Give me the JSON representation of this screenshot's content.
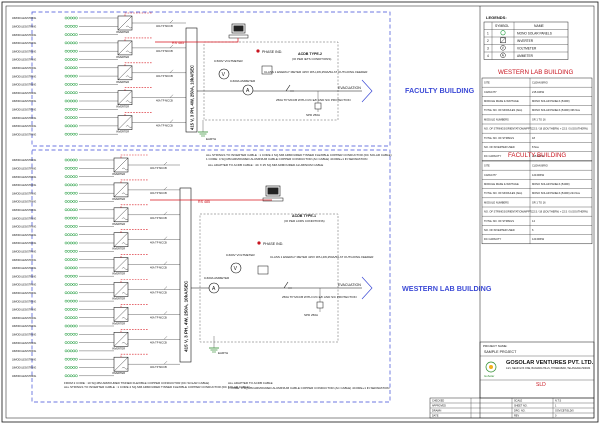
{
  "legend": {
    "title": "LEGENDS:",
    "headers": {
      "symbol": "SYMBOL",
      "name": "NAME"
    },
    "rows": [
      {
        "no": "1",
        "name": "MONO SOLAR PANELS"
      },
      {
        "no": "2",
        "name": "INVERTER"
      },
      {
        "no": "3",
        "name": "VOLTMETER"
      },
      {
        "no": "4",
        "name": "AMMETER"
      }
    ]
  },
  "west": {
    "title": "WESTERN LAB BUILDING",
    "rows": [
      {
        "k": "SITE",
        "v": "CLEAN BRIO"
      },
      {
        "k": "CAPACITY",
        "v": "215.04KW"
      },
      {
        "k": "MODULE MAKE & WATTAGE",
        "v": "MONO SOLAR PANELS (540W)"
      },
      {
        "k": "TOTAL NO. OF MODULES (Nos)",
        "v": "MONO SOLAR PANELS (540W) 336 Nos"
      },
      {
        "k": "MODULE NUMBERS",
        "v": "SR 1 TO 16"
      },
      {
        "k": "NO. OF STRINGS/ORIENTATION(MPPT)",
        "v": "22.5 / 18 (SOUTHERN) + 22.5 / 5 (SOUTHERN)"
      },
      {
        "k": "TOTAL NO. OF STRINGS",
        "v": "18"
      },
      {
        "k": "NO. OF INVERTER USED",
        "v": "8 Nos"
      },
      {
        "k": "DC CAPACITY",
        "v": "215.04KW"
      }
    ]
  },
  "faculty": {
    "title": "FACULTY BUILDING",
    "rows": [
      {
        "k": "SITE",
        "v": "CLEAN BRIO"
      },
      {
        "k": "CAPACITY",
        "v": "120.96KW"
      },
      {
        "k": "MODULE MAKE & WATTAGE",
        "v": "MONO SOLAR PANELS (540W)"
      },
      {
        "k": "TOTAL NO. OF MODULES (Nos)",
        "v": "MONO SOLAR PANELS (540W) 224 Nos"
      },
      {
        "k": "MODULE NUMBERS",
        "v": "SR 1 TO 16"
      },
      {
        "k": "NO. OF STRINGS/ORIENTATION(MPPT)",
        "v": "22.5 / 18 (SOUTHERN) + 22.5 / 5 (SOUTHERN)"
      },
      {
        "k": "TOTAL NO. OF STRINGS",
        "v": "14"
      },
      {
        "k": "NO. OF INVERTER USED",
        "v": "6"
      },
      {
        "k": "DC CAPACITY",
        "v": "120.96KW"
      }
    ]
  },
  "titleblock": {
    "project_label": "PROJECT NAME:",
    "project_name": "SAMPLE PROJECT",
    "company": "GOSOLAR VENTURES PVT. LTD.",
    "address": "14/1, NEAR GVK ONE, BANJARA HILLS, HYDERABAD, TELANGANA 500034",
    "logo_text": "GoSolar",
    "drawing_label": "SLD",
    "fields": [
      {
        "k": "CHECKED",
        "v": ""
      },
      {
        "k": "APPROVED",
        "v": ""
      },
      {
        "k": "DRAWN",
        "v": ""
      },
      {
        "k": "DATE",
        "v": ""
      },
      {
        "k": "SCALE",
        "v": "N.T.S"
      },
      {
        "k": "SHEET NO.",
        "v": "1"
      },
      {
        "k": "DRG. NO.",
        "v": "GSV/CBT/SLD/0"
      },
      {
        "k": "REV",
        "v": "0"
      }
    ]
  },
  "diagram": {
    "string_label": "18MODULES/STRING",
    "inverter_label": "INVERTER",
    "top": {
      "building": "FACULTY BUILDING",
      "busbar": "415 V, 3 PH, 4W, 250A, 10kA/SEC",
      "acdb": "ACDB TYPE-2",
      "acdb_sub": "(IO PER IETS CONDITIONS)",
      "phase_ind": "PHASE IND.",
      "voltmeter": "0-500V VOLTMETER",
      "ammeter": "0-600A AMMETER",
      "meter": "CLASS 1 ENERGY METER 415V 3PH,4W,250A/5A AT OUTGOING FEEDER",
      "mccb": "250A TP MCCB WITH O/C E/F AND S/C PROTECTION",
      "spd": "SPD 250A",
      "tp_mccb": "40A TP MCCB",
      "rs485": "RS 485",
      "evacuation": "EVACUATION",
      "earth": "EARTH",
      "note1": "ALL STRINGS TO INVERTER CABLE : 1 CORE 4 SQ.MM ARMOURED TINNED FLEXIBLE COPPER CONDUCTOR (DC SOLAR CABLE)",
      "note2": "1 CORE: 4 SQ.MM ARMOURED ALUMINIUM CABLE COPPER CONDUCTOR (AC CABLE) 4CORE+1 IN SEPARATION",
      "note3": "ALL ADAPTER TO ACDB CABLE : 4C X 25 SQ.MM ARMOURED ALUMINIUM CABLE"
    },
    "bottom": {
      "building": "WESTERN LAB BUILDING",
      "busbar": "415 V, 3 PH, 4W, 250A, 10kA/SEC",
      "acdb": "ACDB TYPE-1",
      "acdb_sub": "(IO PER LDRS CONDITIONS)",
      "phase_ind": "PHASE IND.",
      "voltmeter": "0-600V VOLTMETER",
      "ammeter": "0-600A AMMETER",
      "meter": "CLASS 1 ENERGY METER 415V 3PH,4W,250A/5A AT OUTGOING FEEDER",
      "mccb": "250A TP MCCB WITH O/C E/F AND S/C PROTECTION",
      "spd": "SPD 250A",
      "tp_mccb": "40A TP MCCB",
      "rs485": "RS 485",
      "evacuation": "EVACUATION",
      "earth": "EARTH",
      "note1": "FROM 2 CORE : 10 SQ.MM ARMOURED TINNED FLEXIBLE COPPER CONDUCTOR (DC SOLAR CABLE)",
      "note2": "ALL STRINGS TO INVERTER CABLE : 1 CORE 4 SQ.MM ARMOURED TINNED FLEXIBLE COPPER CONDUCTOR (DC SOLAR CABLE)",
      "note3": "ALL ADAPTER TO ACDB CABLE",
      "note4": "1 CORE: 4 SQ.MM ARMOURED ALUMINIUM CABLE COPPER CONDUCTOR (AC CABLE) 4CORE+1 IN SEPARATION"
    }
  }
}
